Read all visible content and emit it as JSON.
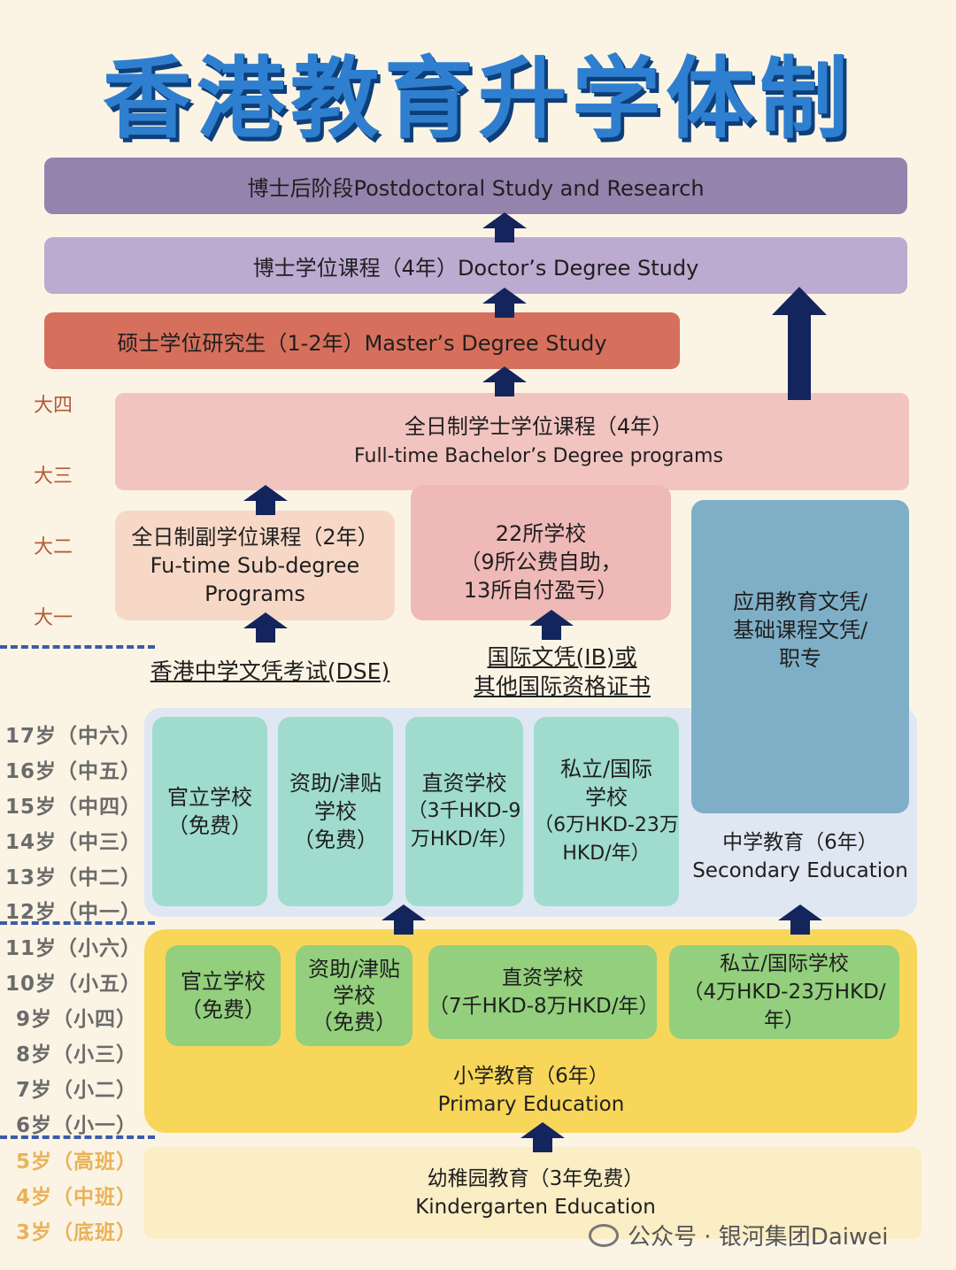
{
  "title": "香港教育升学体制",
  "levels": {
    "postdoc": "博士后阶段Postdoctoral Study and Research",
    "doctor": "博士学位课程（4年）Doctor’s Degree Study",
    "master": "硕士学位研究生（1-2年）Master’s Degree Study",
    "bachelor_cn": "全日制学士学位课程（4年）",
    "bachelor_en": "Full-time Bachelor’s Degree programs"
  },
  "university_years": [
    "大四",
    "大三",
    "大二",
    "大一"
  ],
  "sub_degree": [
    "全日制副学位课程（2年）",
    "Fu-time Sub-degree",
    "Programs"
  ],
  "schools_22": [
    "22所学校",
    "（9所公费自助，",
    "13所自付盈亏）"
  ],
  "vocational": [
    "应用教育文凭/",
    "基础课程文凭/",
    "职专"
  ],
  "exams": {
    "dse": "香港中学文凭考试(DSE)",
    "ib_line1": "国际文凭(IB)或",
    "ib_line2": "其他国际资格证书"
  },
  "secondary": {
    "schools": [
      [
        "官立学校",
        "（免费）"
      ],
      [
        "资助/津贴",
        "学校",
        "（免费）"
      ],
      [
        "直资学校",
        "（3千HKD-9",
        "万HKD/年）"
      ],
      [
        "私立/国际",
        "学校",
        "（6万HKD-23万",
        "HKD/年）"
      ]
    ],
    "label_cn": "中学教育（6年）",
    "label_en": "Secondary Education"
  },
  "primary": {
    "schools": [
      [
        "官立学校",
        "（免费）"
      ],
      [
        "资助/津贴",
        "学校",
        "（免费）"
      ],
      [
        "直资学校",
        "（7千HKD-8万HKD/年）"
      ],
      [
        "私立/国际学校",
        "（4万HKD-23万HKD/年）"
      ]
    ],
    "label_cn": "小学教育（6年）",
    "label_en": "Primary Education"
  },
  "kindergarten": {
    "label_cn": "幼稚园教育（3年免费）",
    "label_en": "Kindergarten Education"
  },
  "ages": [
    "17岁（中六）",
    "16岁（中五）",
    "15岁（中四）",
    "14岁（中三）",
    "13岁（中二）",
    "12岁（中一）",
    "11岁（小六）",
    "10岁（小五）",
    "9岁（小四）",
    "8岁（小三）",
    "7岁（小二）",
    "6岁（小一）",
    "5岁（高班）",
    "4岁（中班）",
    "3岁（底班）"
  ],
  "watermark": "公众号 · 银河集团Daiwei",
  "colors": {
    "title": "#2f7fd0",
    "postdoc": "#9483ad",
    "doctor": "#bcaad0",
    "master": "#d6705c",
    "bachelor": "#f2c4c0",
    "sub_degree": "#f7d8c6",
    "schools_22": "#efb9b7",
    "vocational": "#7fafc7",
    "secondary_bg": "#dfe7f3",
    "secondary_box": "#9fdccd",
    "primary_bg": "#f7d65a",
    "primary_box": "#93cf7c",
    "kindergarten_bg": "#fbedc4",
    "arrow": "#13255c"
  }
}
